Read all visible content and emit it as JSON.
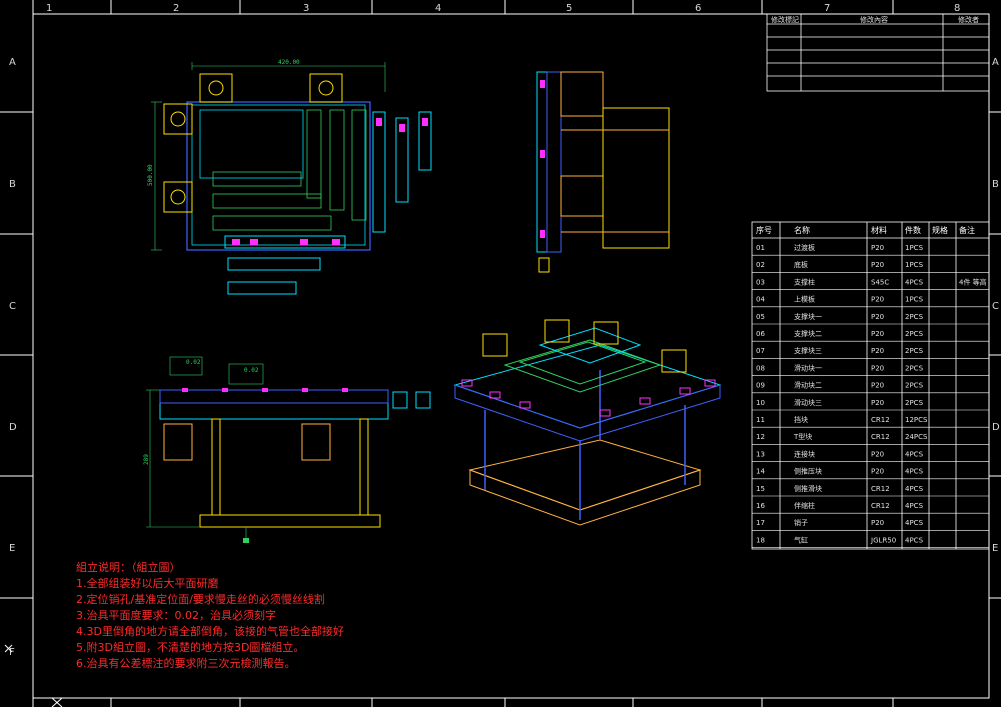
{
  "frame": {
    "columns": [
      "1",
      "2",
      "3",
      "4",
      "5",
      "6",
      "7",
      "8"
    ],
    "rows": [
      "A",
      "B",
      "C",
      "D",
      "E",
      "F"
    ]
  },
  "revision_table": {
    "headers": [
      "修改標記",
      "修改內容",
      "修改者"
    ]
  },
  "dimensions": {
    "top_width": "420.00",
    "side_height": "500.00",
    "front_height": "289",
    "flatness_1": "0.02",
    "flatness_2": "0.02"
  },
  "bom": {
    "headers": [
      "序号",
      "名称",
      "材料",
      "件数",
      "规格",
      "备注"
    ],
    "rows": [
      [
        "01",
        "过渡板",
        "P20",
        "1PCS",
        "",
        ""
      ],
      [
        "02",
        "底板",
        "P20",
        "1PCS",
        "",
        ""
      ],
      [
        "03",
        "支撑柱",
        "S45C",
        "4PCS",
        "",
        "4件 等高"
      ],
      [
        "04",
        "上模板",
        "P20",
        "1PCS",
        "",
        ""
      ],
      [
        "05",
        "支撑块一",
        "P20",
        "2PCS",
        "",
        ""
      ],
      [
        "06",
        "支撑块二",
        "P20",
        "2PCS",
        "",
        ""
      ],
      [
        "07",
        "支撑块三",
        "P20",
        "2PCS",
        "",
        ""
      ],
      [
        "08",
        "滑动块一",
        "P20",
        "2PCS",
        "",
        ""
      ],
      [
        "09",
        "滑动块二",
        "P20",
        "2PCS",
        "",
        ""
      ],
      [
        "10",
        "滑动块三",
        "P20",
        "2PCS",
        "",
        ""
      ],
      [
        "11",
        "挡块",
        "CR12",
        "12PCS",
        "",
        ""
      ],
      [
        "12",
        "T型块",
        "CR12",
        "24PCS",
        "",
        ""
      ],
      [
        "13",
        "连接块",
        "P20",
        "4PCS",
        "",
        ""
      ],
      [
        "14",
        "侧推压块",
        "P20",
        "4PCS",
        "",
        ""
      ],
      [
        "15",
        "侧推滑块",
        "CR12",
        "4PCS",
        "",
        ""
      ],
      [
        "16",
        "伴缩柱",
        "CR12",
        "4PCS",
        "",
        ""
      ],
      [
        "17",
        "销子",
        "P20",
        "4PCS",
        "",
        ""
      ],
      [
        "18",
        "气缸",
        "JGLR50",
        "4PCS",
        "",
        ""
      ]
    ]
  },
  "notes": {
    "title": "組立说明：（組立圖）",
    "lines": [
      "1.全部组装好以后大平面研磨",
      "2.定位销孔/基准定位面/要求慢走丝的必须慢丝线割",
      "3.治具平面度要求：0.02，治具必须刻字",
      "4.3D里倒角的地方请全部倒角，该接的气管也全部接好",
      "5.附3D組立圖，不清楚的地方按3D圖檔組立。",
      "6.治具有公差標注的要求附三次元檢測報告。"
    ]
  },
  "colors": {
    "frame": "#ffffff",
    "cyan": "#00e0ff",
    "yellow": "#ffe000",
    "green": "#30d060",
    "magenta": "#ff30ff",
    "blue": "#4060ff",
    "orange": "#ffb040",
    "note": "#ff2a2a"
  }
}
